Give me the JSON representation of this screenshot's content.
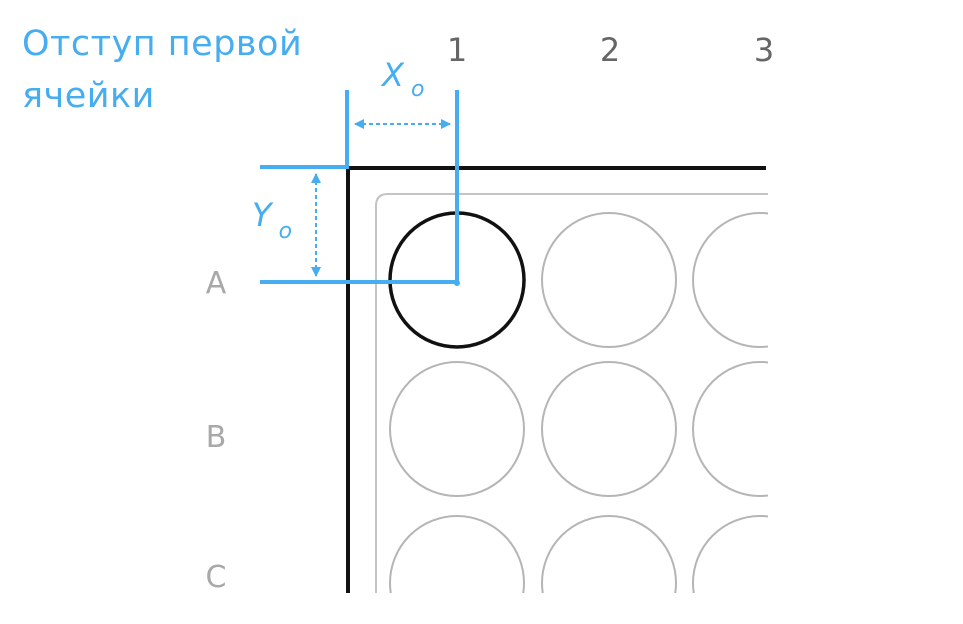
{
  "title": {
    "line1": "Отступ первой",
    "line2": "ячейки"
  },
  "columns": [
    "1",
    "2",
    "3"
  ],
  "rows": [
    "A",
    "B",
    "C"
  ],
  "offsets": {
    "x_main": "X",
    "x_sub": "o",
    "y_main": "Y",
    "y_sub": "o"
  },
  "colors": {
    "accent": "#45ADF0",
    "frame": "#111111",
    "well": "#B5B5B5",
    "plate_edge": "#C4C4C4",
    "column_label": "#666666",
    "row_label": "#A8A8A8"
  }
}
